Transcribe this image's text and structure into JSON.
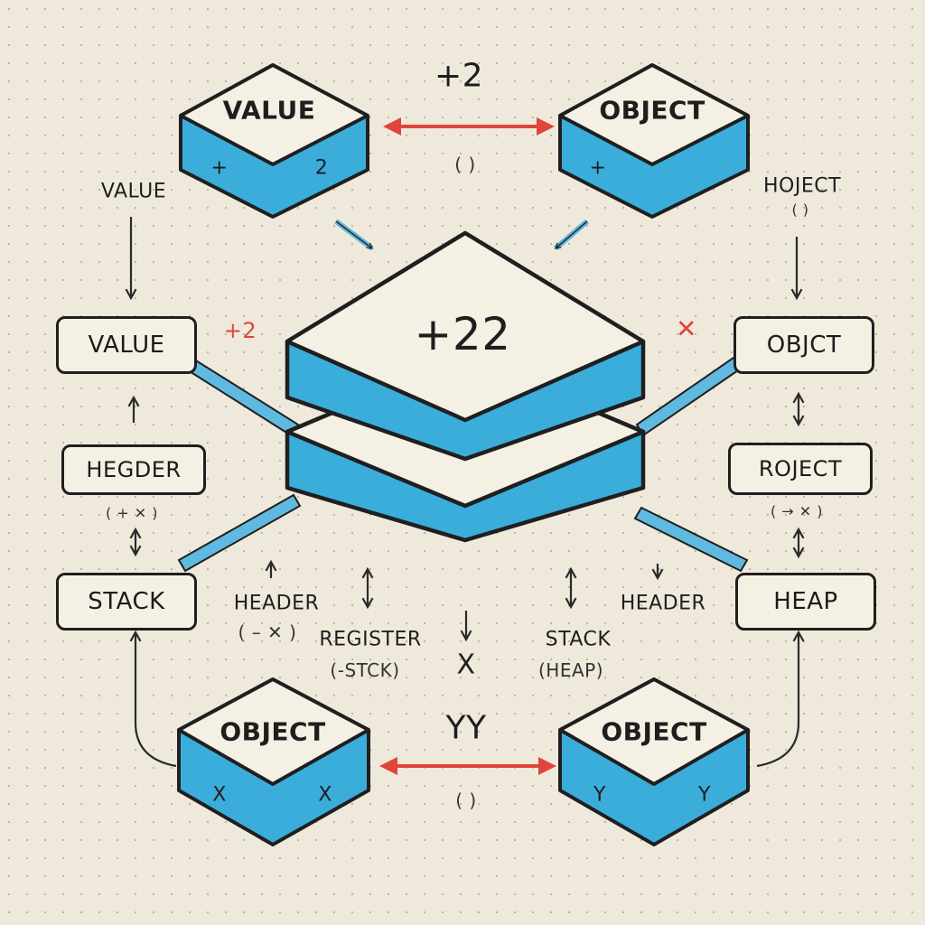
{
  "top": {
    "left_block": {
      "label": "VALUE",
      "side_left": "+",
      "side_right": "2"
    },
    "right_block": {
      "label": "OBJECT",
      "side_left": "+"
    },
    "link_label": "+2",
    "link_paren": "(      )"
  },
  "center_block": {
    "label": "+22"
  },
  "left_column": {
    "value_note": "VALUE",
    "value_box": "VALUE",
    "value_box_note": "+2",
    "header_box": "HEGDER",
    "header_paren": "( + ✕ )",
    "stack_box": "STACK"
  },
  "right_column": {
    "object_note": "HOJECT",
    "object_paren": "(        )",
    "object_box": "OBJCT",
    "object_box_note": "✕",
    "roject_box": "ROJECT",
    "roject_paren": "( → ✕ )",
    "heap_box": "HEAP"
  },
  "middle_notes": {
    "header_left": "HEADER",
    "header_left_paren": "( – ✕ )",
    "register": "REGISTER",
    "register_paren": "(-STCK)",
    "x_mark": "X",
    "stack": "STACK",
    "stack_paren": "(HEAP)",
    "header_right": "HEADER"
  },
  "bottom": {
    "left_block": {
      "label": "OBJECT",
      "side_left": "X",
      "side_right": "X"
    },
    "right_block": {
      "label": "OBJECT",
      "side_left": "Y",
      "side_right": "Y"
    },
    "link_label": "YY",
    "link_paren": "(      )"
  },
  "colors": {
    "block_side": "#3aaddb",
    "block_top": "#f5f0e4",
    "stroke": "#1f1f1f",
    "arrow_red": "#e0453c",
    "connector": "#5fb9e0"
  }
}
